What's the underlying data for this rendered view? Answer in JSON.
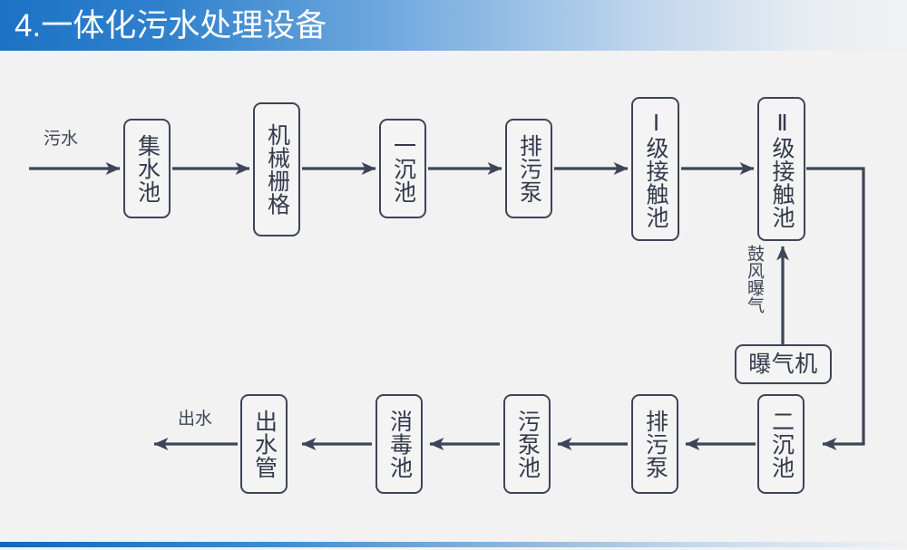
{
  "header": {
    "title": "4.一体化污水处理设备",
    "gradient_from": "#1c72c4",
    "gradient_to": "#f0f1f2"
  },
  "footer": {
    "gradient_from": "#1766b8",
    "gradient_to": "#eef1f4"
  },
  "theme": {
    "stroke": "#3d4558",
    "text": "#333a4c",
    "background": "#f2f2f2",
    "box_fill": "#f4f4f4"
  },
  "diagram": {
    "type": "flowchart",
    "orientation": "serpentine-left-to-right-then-right-to-left",
    "nodes": [
      {
        "id": "jishuichi",
        "label": "集水池",
        "row": "top",
        "text_direction": "vertical"
      },
      {
        "id": "jixieshange",
        "label": "机械栅格",
        "row": "top",
        "text_direction": "vertical"
      },
      {
        "id": "yichenchi",
        "label": "一沉池",
        "row": "top",
        "text_direction": "vertical"
      },
      {
        "id": "paiwubeng1",
        "label": "排污泵",
        "row": "top",
        "text_direction": "vertical"
      },
      {
        "id": "yijijiechu",
        "label": "Ⅰ级接触池",
        "row": "top",
        "text_direction": "vertical"
      },
      {
        "id": "erjijiechu",
        "label": "Ⅱ级接触池",
        "row": "top",
        "text_direction": "vertical"
      },
      {
        "id": "baoqiji",
        "label": "曝气机",
        "row": "middle",
        "text_direction": "horizontal"
      },
      {
        "id": "erchenchi",
        "label": "二沉池",
        "row": "bottom",
        "text_direction": "vertical"
      },
      {
        "id": "paiwubeng2",
        "label": "排污泵",
        "row": "bottom",
        "text_direction": "vertical"
      },
      {
        "id": "wubengchi",
        "label": "污泵池",
        "row": "bottom",
        "text_direction": "vertical"
      },
      {
        "id": "xiaoduchi",
        "label": "消毒池",
        "row": "bottom",
        "text_direction": "vertical"
      },
      {
        "id": "chushuiguan",
        "label": "出水管",
        "row": "bottom",
        "text_direction": "vertical"
      }
    ],
    "edge_labels": [
      {
        "id": "inlet",
        "label": "污水",
        "text_direction": "horizontal"
      },
      {
        "id": "aeration",
        "label": "鼓风曝气",
        "text_direction": "vertical"
      },
      {
        "id": "outlet",
        "label": "出水",
        "text_direction": "horizontal"
      }
    ]
  }
}
